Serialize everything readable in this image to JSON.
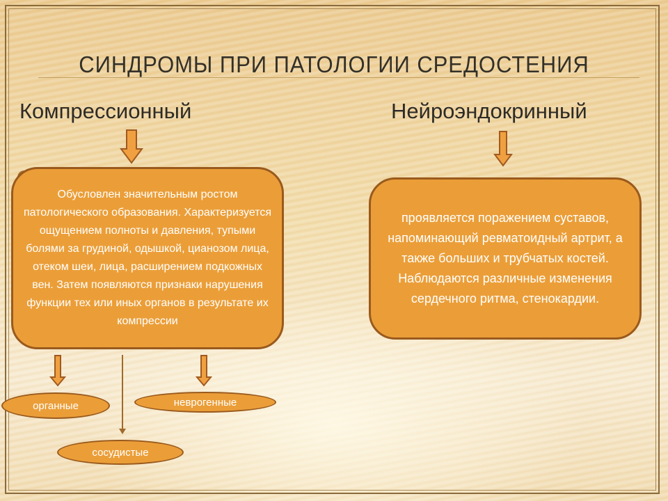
{
  "title": "СИНДРОМЫ ПРИ ПАТОЛОГИИ СРЕДОСТЕНИЯ",
  "left_heading": "Компрессионный",
  "right_heading": "Нейроэндокринный",
  "left_box_text": "Обусловлен значительным ростом патологического образования. Характеризуется ощущением полноты и давления, тупыми болями за грудиной, одышкой, цианозом лица, отеком шеи, лица, расширением подкожных вен. Затем появляются признаки нарушения функции тех или иных органов в результате их компрессии",
  "right_box_text": "проявляется поражением суставов, напоминающий ревматоидный артрит, а также больших и трубчатых костей. Наблюдаются различные изменения сердечного ритма, стенокардии.",
  "sub_types": {
    "organ": "органные",
    "neuro": "неврогенные",
    "vascular": "сосудистые"
  },
  "colors": {
    "box_fill": "#eb9e38",
    "box_border": "#9a5a1d",
    "arrow_fill": "#f0a040"
  }
}
